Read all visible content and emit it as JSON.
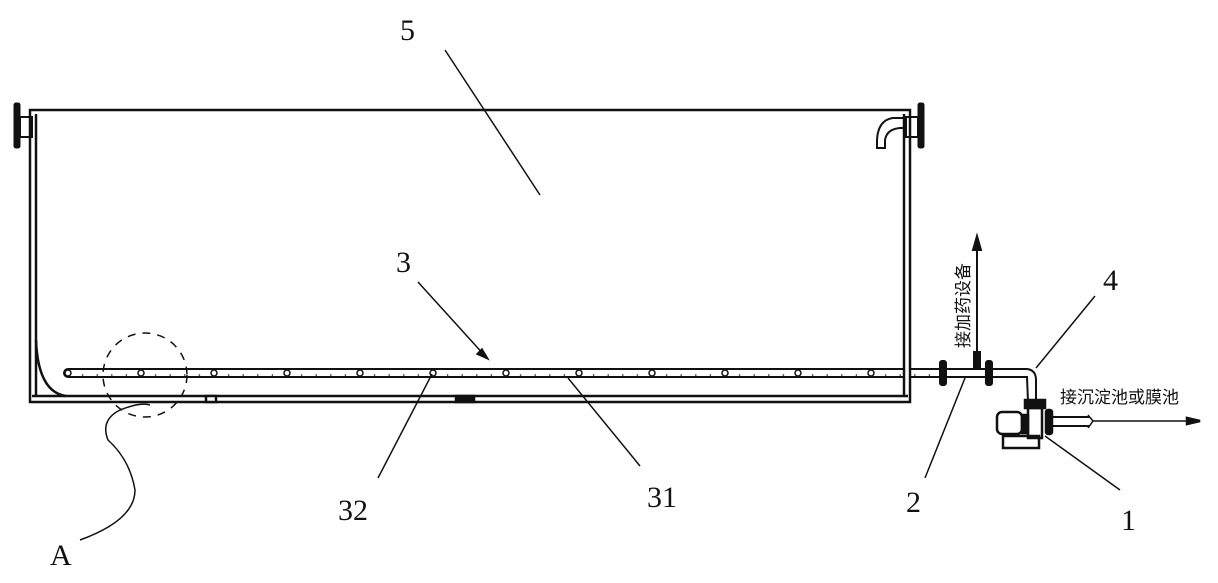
{
  "labels": {
    "tank": "5",
    "aeration_pipe_assembly": "3",
    "elbow": "4",
    "hole": "32",
    "pipe_body": "31",
    "inlet_pipe": "2",
    "pump": "1",
    "detail": "A"
  },
  "annotations": {
    "dosing": "接加药设备",
    "outlet": "接沉淀池或膜池"
  },
  "colors": {
    "line": "#111111",
    "background": "#ffffff"
  }
}
